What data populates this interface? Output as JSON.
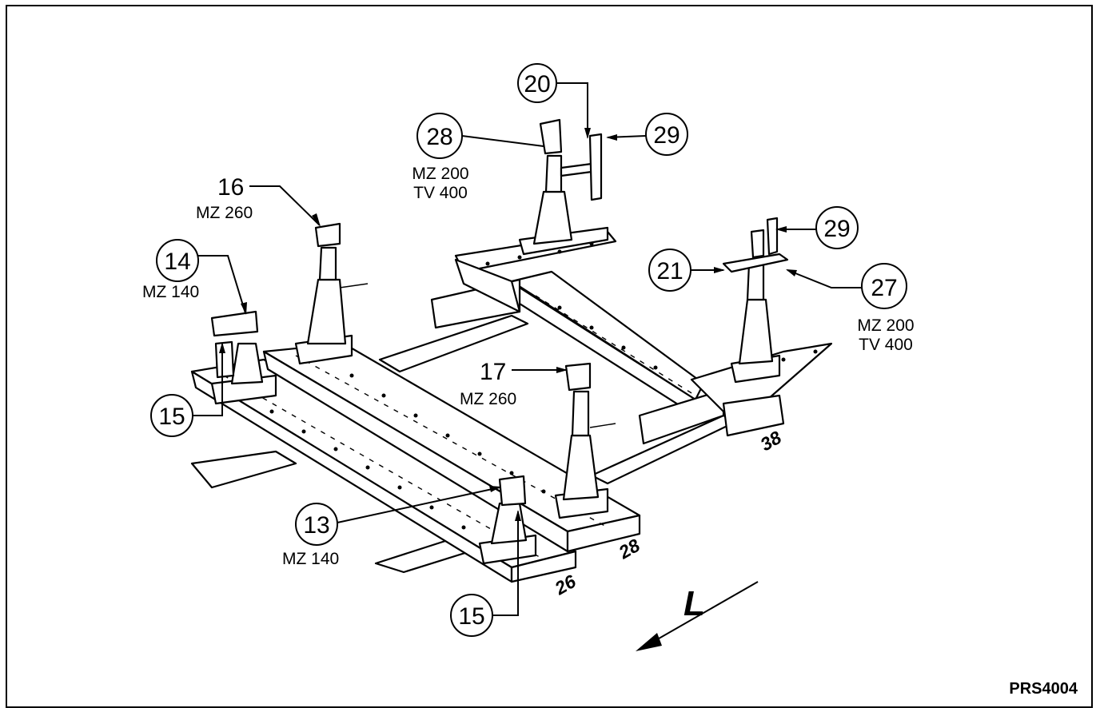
{
  "diagram": {
    "figure_code": "PRS4004",
    "direction_letter": "L",
    "beam_stamps": [
      "26",
      "28",
      "38"
    ],
    "callouts": [
      {
        "id": "c20",
        "number": "20",
        "sub": ""
      },
      {
        "id": "c28",
        "number": "28",
        "sub": [
          "MZ 200",
          "TV 400"
        ]
      },
      {
        "id": "c29a",
        "number": "29",
        "sub": ""
      },
      {
        "id": "c16",
        "number": "16",
        "sub": [
          "MZ 260"
        ]
      },
      {
        "id": "c14",
        "number": "14",
        "sub": [
          "MZ 140"
        ]
      },
      {
        "id": "c29b",
        "number": "29",
        "sub": ""
      },
      {
        "id": "c21",
        "number": "21",
        "sub": ""
      },
      {
        "id": "c27",
        "number": "27",
        "sub": [
          "MZ 200",
          "TV 400"
        ]
      },
      {
        "id": "c17",
        "number": "17",
        "sub": [
          "MZ 260"
        ]
      },
      {
        "id": "c15a",
        "number": "15",
        "sub": ""
      },
      {
        "id": "c13",
        "number": "13",
        "sub": [
          "MZ 140"
        ]
      },
      {
        "id": "c15b",
        "number": "15",
        "sub": ""
      }
    ]
  }
}
